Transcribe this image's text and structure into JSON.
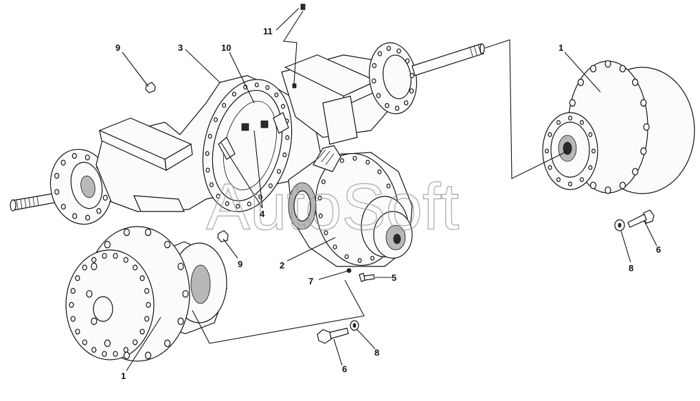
{
  "diagram": {
    "watermark": "AutoSoft",
    "callouts": [
      {
        "id": "c-11",
        "text": "11"
      },
      {
        "id": "c-9a",
        "text": "9"
      },
      {
        "id": "c-3",
        "text": "3"
      },
      {
        "id": "c-10",
        "text": "10"
      },
      {
        "id": "c-1a",
        "text": "1"
      },
      {
        "id": "c-4",
        "text": "4"
      },
      {
        "id": "c-9b",
        "text": "9"
      },
      {
        "id": "c-2",
        "text": "2"
      },
      {
        "id": "c-7",
        "text": "7"
      },
      {
        "id": "c-5",
        "text": "5"
      },
      {
        "id": "c-6a",
        "text": "6"
      },
      {
        "id": "c-8a",
        "text": "8"
      },
      {
        "id": "c-6b",
        "text": "6"
      },
      {
        "id": "c-8b",
        "text": "8"
      },
      {
        "id": "c-1b",
        "text": "1"
      }
    ]
  }
}
